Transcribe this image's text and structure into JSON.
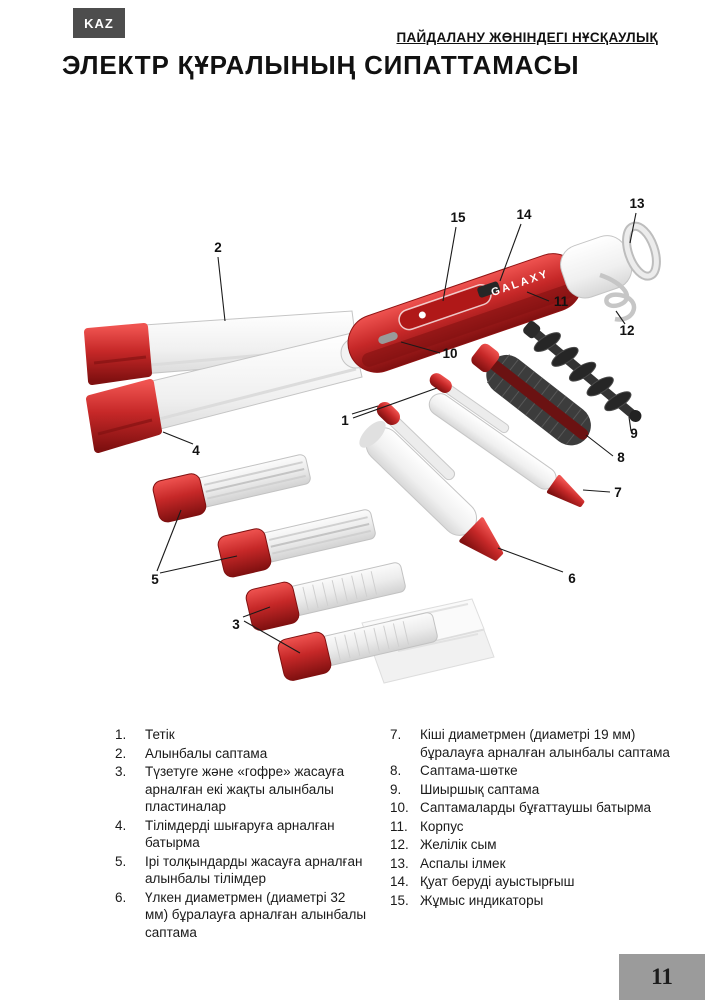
{
  "page": {
    "lang_badge": "KAZ",
    "header_title": "ПАЙДАЛАНУ ЖӨНІНДЕГІ НҰСҚАУЛЫҚ",
    "title": "ЭЛЕКТР ҚҰРАЛЫНЫҢ СИПАТТАМАСЫ",
    "page_number": "11"
  },
  "diagram": {
    "brand": "GALAXY",
    "callouts": [
      "1",
      "2",
      "3",
      "4",
      "5",
      "6",
      "7",
      "8",
      "9",
      "10",
      "11",
      "12",
      "13",
      "14",
      "15"
    ]
  },
  "parts": {
    "left": [
      {
        "num": "1.",
        "text": "Тетік"
      },
      {
        "num": "2.",
        "text": "Алынбалы саптама"
      },
      {
        "num": "3.",
        "text": "Түзетуге және «гофре» жасауға арналған екі жақты алынбалы пластиналар"
      },
      {
        "num": "4.",
        "text": "Тілімдерді шығаруға арналған батырма"
      },
      {
        "num": "5.",
        "text": "Ірі толқындарды жасауға арналған алынбалы тілімдер"
      },
      {
        "num": "6.",
        "text": "Үлкен диаметрмен (диаметрі 32 мм) бұралауға арналған алынбалы саптама"
      }
    ],
    "right": [
      {
        "num": "7.",
        "text": "Кіші диаметрмен (диаметрі 19 мм) бұралауға арналған алынбалы саптама"
      },
      {
        "num": "8.",
        "text": "Саптама-шөтке"
      },
      {
        "num": "9.",
        "text": "Шиыршық саптама"
      },
      {
        "num": "10.",
        "text": "Саптамаларды бұғаттаушы батырма"
      },
      {
        "num": "11.",
        "text": "Корпус"
      },
      {
        "num": "12.",
        "text": "Желілік сым"
      },
      {
        "num": "13.",
        "text": "Аспалы ілмек"
      },
      {
        "num": "14.",
        "text": "Қуат беруді ауыстырғыш"
      },
      {
        "num": "15.",
        "text": "Жұмыс индикаторы"
      }
    ]
  }
}
